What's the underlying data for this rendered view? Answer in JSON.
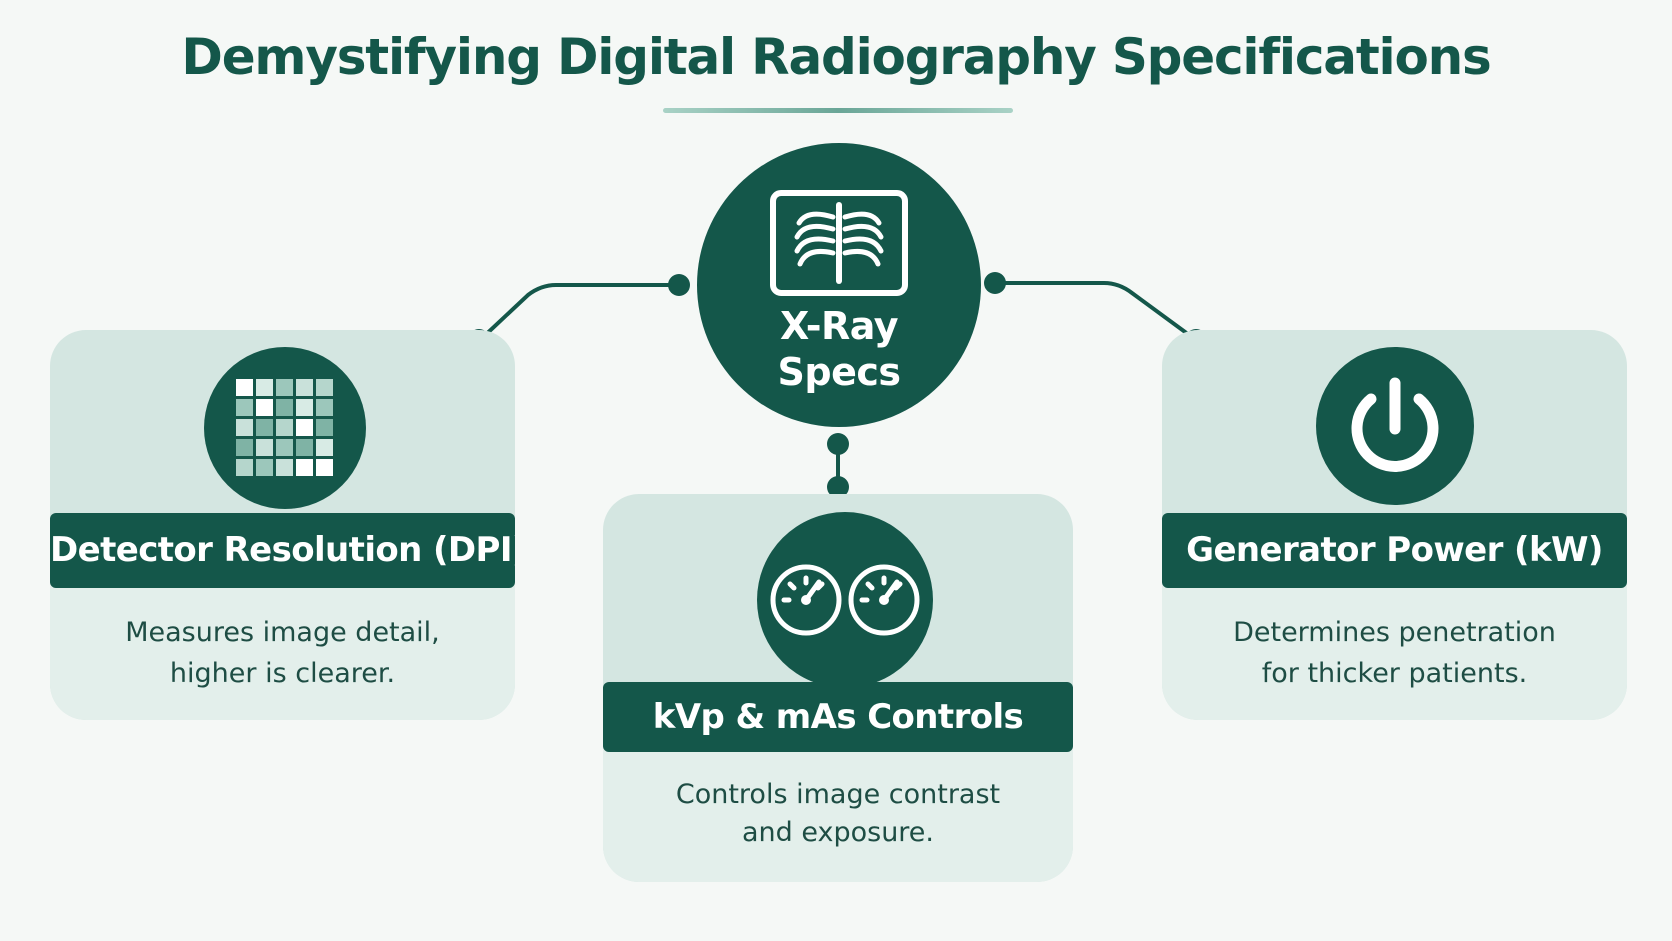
{
  "title": "Demystifying Digital Radiography Specifications",
  "hub": {
    "line1": "X-Ray",
    "line2": "Specs",
    "icon": "xray-ribcage-icon"
  },
  "cards": [
    {
      "heading": "Detector Resolution (DPI)",
      "desc_line1": "Measures image detail,",
      "desc_line2": "higher is clearer.",
      "icon": "pixel-grid-icon"
    },
    {
      "heading": "kVp & mAs Controls",
      "desc_line1": "Controls image contrast",
      "desc_line2": "and exposure.",
      "icon": "dual-gauge-icon"
    },
    {
      "heading": "Generator Power (kW)",
      "desc_line1": "Determines penetration",
      "desc_line2": "for thicker patients.",
      "icon": "power-icon"
    }
  ],
  "colors": {
    "primary": "#14574a",
    "card_upper": "#d4e6e1",
    "card_lower": "#e3efeb",
    "background": "#f5f8f6",
    "body_text": "#1e4d44"
  }
}
